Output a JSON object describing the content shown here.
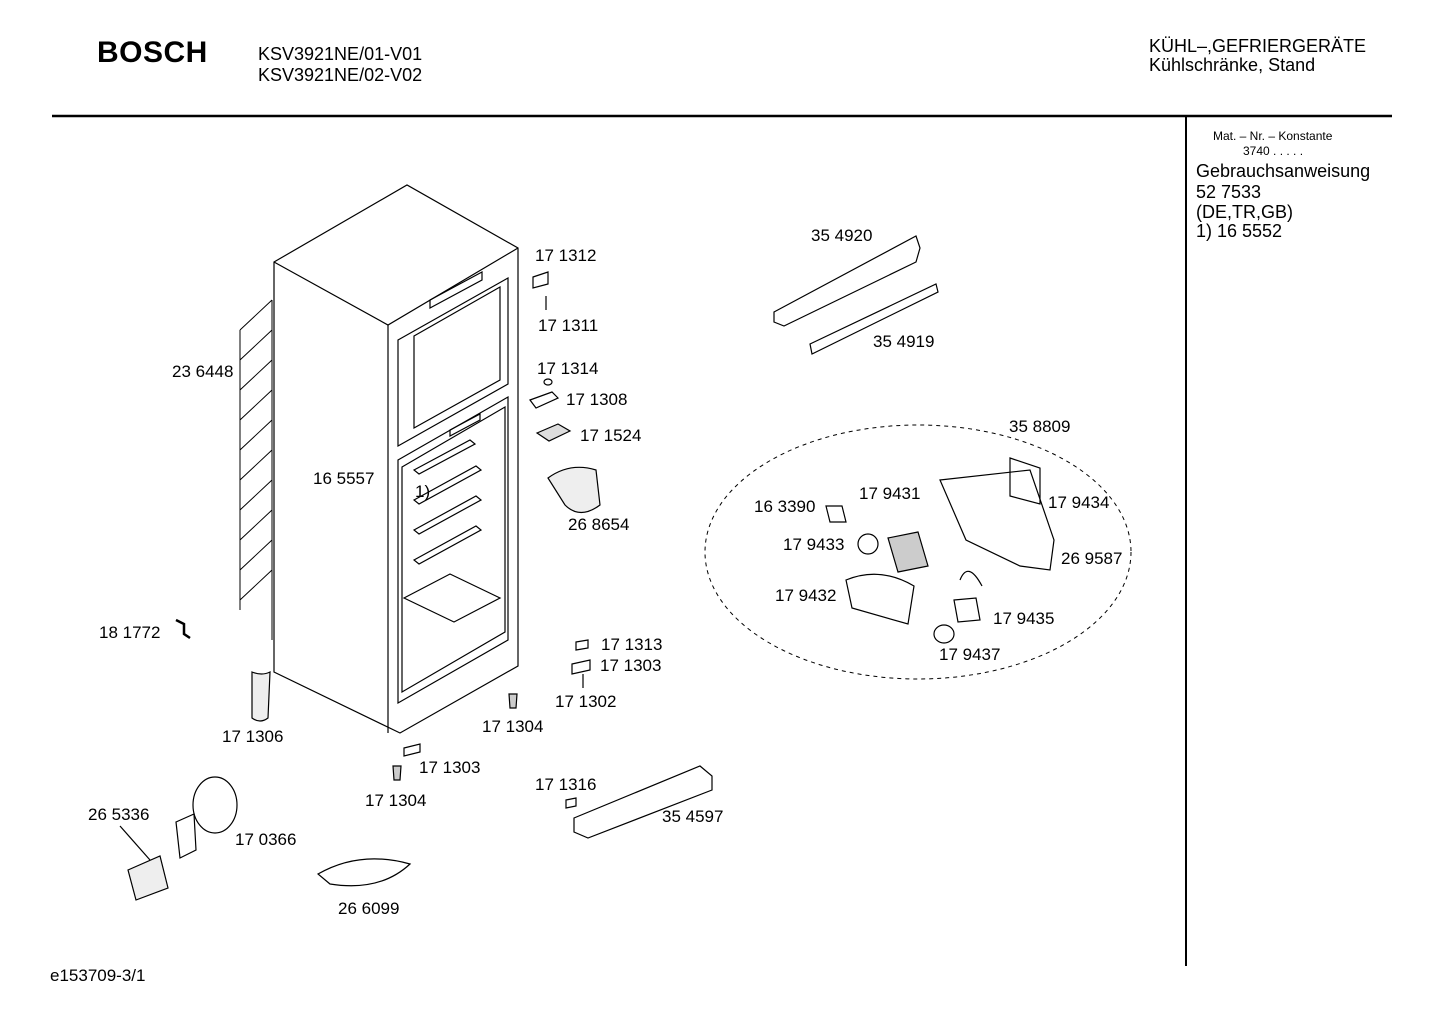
{
  "header": {
    "brand": "BOSCH",
    "models": [
      "KSV3921NE/01-V01",
      "KSV3921NE/02-V02"
    ],
    "category": [
      "KÜHL–,GEFRIERGERÄTE",
      "Kühlschränke, Stand"
    ]
  },
  "sidebar": {
    "mat_label": "Mat. – Nr. – Konstante",
    "mat_value": "3740  .  .   .  .  .",
    "lines": [
      "Gebrauchsanweisung",
      "52 7533",
      "(DE,TR,GB)",
      "1)  16 5552"
    ]
  },
  "parts": [
    "171312",
    "171311",
    "171314",
    "171308",
    "171524",
    "268654",
    "236448",
    "165557",
    "1)",
    "181772",
    "171306",
    "171313",
    "171303",
    "171302",
    "171304",
    "171303b",
    "171304b",
    "265336",
    "170366",
    "266099",
    "171316",
    "354597",
    "354920",
    "354919",
    "358809",
    "179431",
    "163390",
    "179434",
    "179433",
    "269587",
    "179432",
    "179435",
    "179437"
  ],
  "labels": {
    "171312": "17 1312",
    "171311": "17 1311",
    "171314": "17 1314",
    "171308": "17 1308",
    "171524": "17 1524",
    "268654": "26 8654",
    "236448": "23 6448",
    "165557": "16 5557",
    "1)": "1)",
    "181772": "18 1772",
    "171306": "17 1306",
    "171313": "17 1313",
    "171303": "17 1303",
    "171302": "17 1302",
    "171304": "17 1304",
    "171303b": "17 1303",
    "171304b": "17 1304",
    "265336": "26 5336",
    "170366": "17 0366",
    "266099": "26 6099",
    "171316": "17 1316",
    "354597": "35 4597",
    "354920": "35 4920",
    "354919": "35 4919",
    "358809": "35 8809",
    "179431": "17 9431",
    "163390": "16 3390",
    "179434": "17 9434",
    "179433": "17 9433",
    "269587": "26 9587",
    "179432": "17 9432",
    "179435": "17 9435",
    "179437": "17 9437"
  },
  "footer": {
    "code": "e153709-3/1"
  }
}
